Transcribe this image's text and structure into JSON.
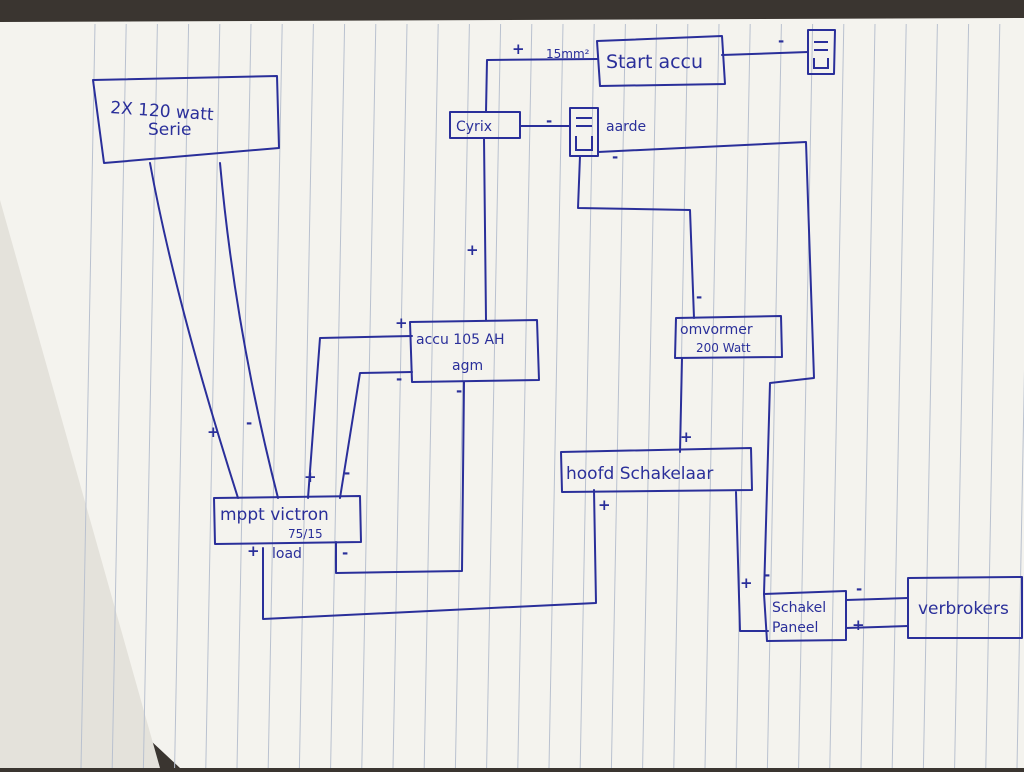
{
  "ink_color": "#2a2f9a",
  "paper_color": "#f4f3ee",
  "rule_color": "#b9c1cf",
  "boxes": {
    "solar_panels": {
      "line1": "2X 120 watt",
      "line2": "Serie"
    },
    "start_battery": {
      "label": "Start accu"
    },
    "cyrix": {
      "label": "Cyrix"
    },
    "ground": {
      "label": "aarde"
    },
    "agm_battery": {
      "line1": "accu 105 AH",
      "line2": "agm"
    },
    "inverter": {
      "line1": "omvormer",
      "line2": "200 Watt"
    },
    "main_switch": {
      "label": "hoofd Schakelaar"
    },
    "mppt": {
      "line1": "mppt victron",
      "line2": "75/15"
    },
    "load": {
      "label": "load"
    },
    "switch_panel": {
      "line1": "Schakel",
      "line2": "Paneel"
    },
    "consumers": {
      "label": "verbrokers"
    }
  },
  "annotations": {
    "cable_size": "15mm²",
    "plus": "+",
    "minus": "-"
  }
}
